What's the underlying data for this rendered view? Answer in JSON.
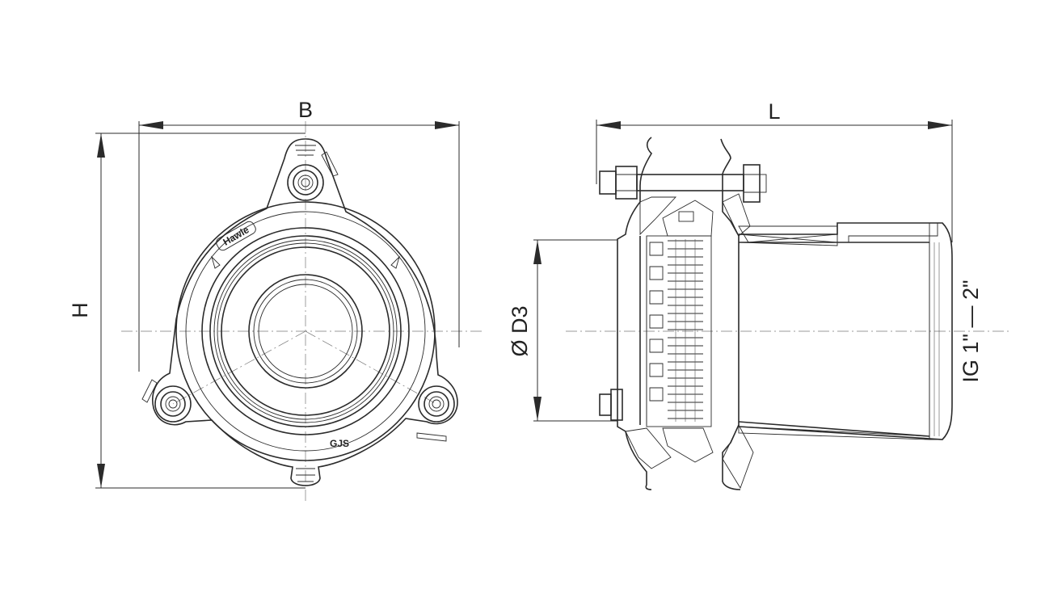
{
  "dimensions": {
    "width_label": "B",
    "height_label": "H",
    "length_label": "L",
    "diameter_label": "Ø D3",
    "thread_label": "IG 1\" — 2\""
  },
  "markings": {
    "material": "GJS",
    "brand": "Hawle"
  },
  "colors": {
    "line": "#2b2b2b",
    "background": "#ffffff"
  }
}
